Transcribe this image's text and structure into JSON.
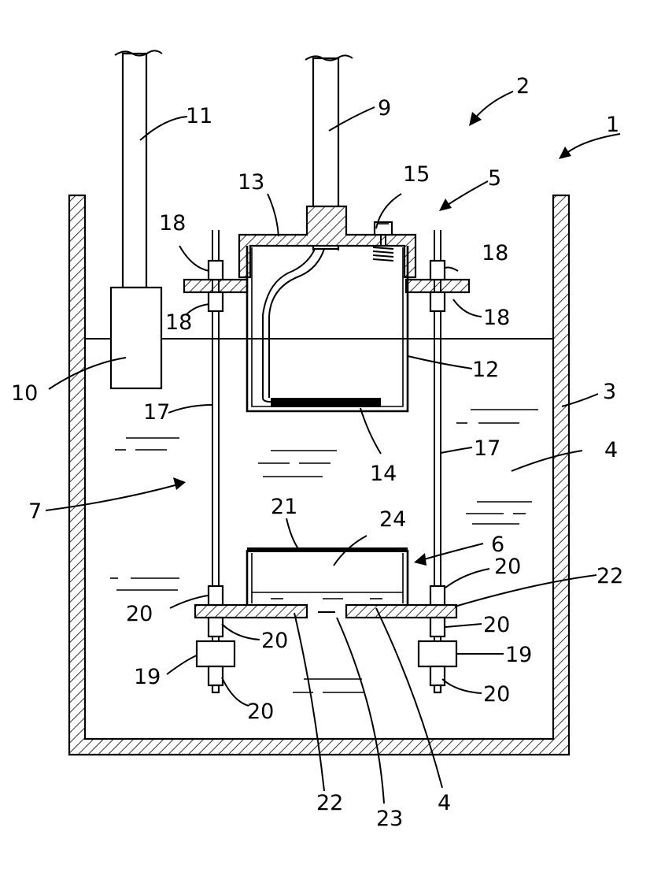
{
  "labels": {
    "l1": "1",
    "l2": "2",
    "l3": "3",
    "l4": "4",
    "l5": "5",
    "l6": "6",
    "l7": "7",
    "l9": "9",
    "l10": "10",
    "l11": "11",
    "l12": "12",
    "l13": "13",
    "l14": "14",
    "l15": "15",
    "l17": "17",
    "l18": "18",
    "l19": "19",
    "l20": "20",
    "l21": "21",
    "l22": "22",
    "l23": "23",
    "l24": "24"
  },
  "colors": {
    "ink": "#000000",
    "paper": "#ffffff"
  }
}
